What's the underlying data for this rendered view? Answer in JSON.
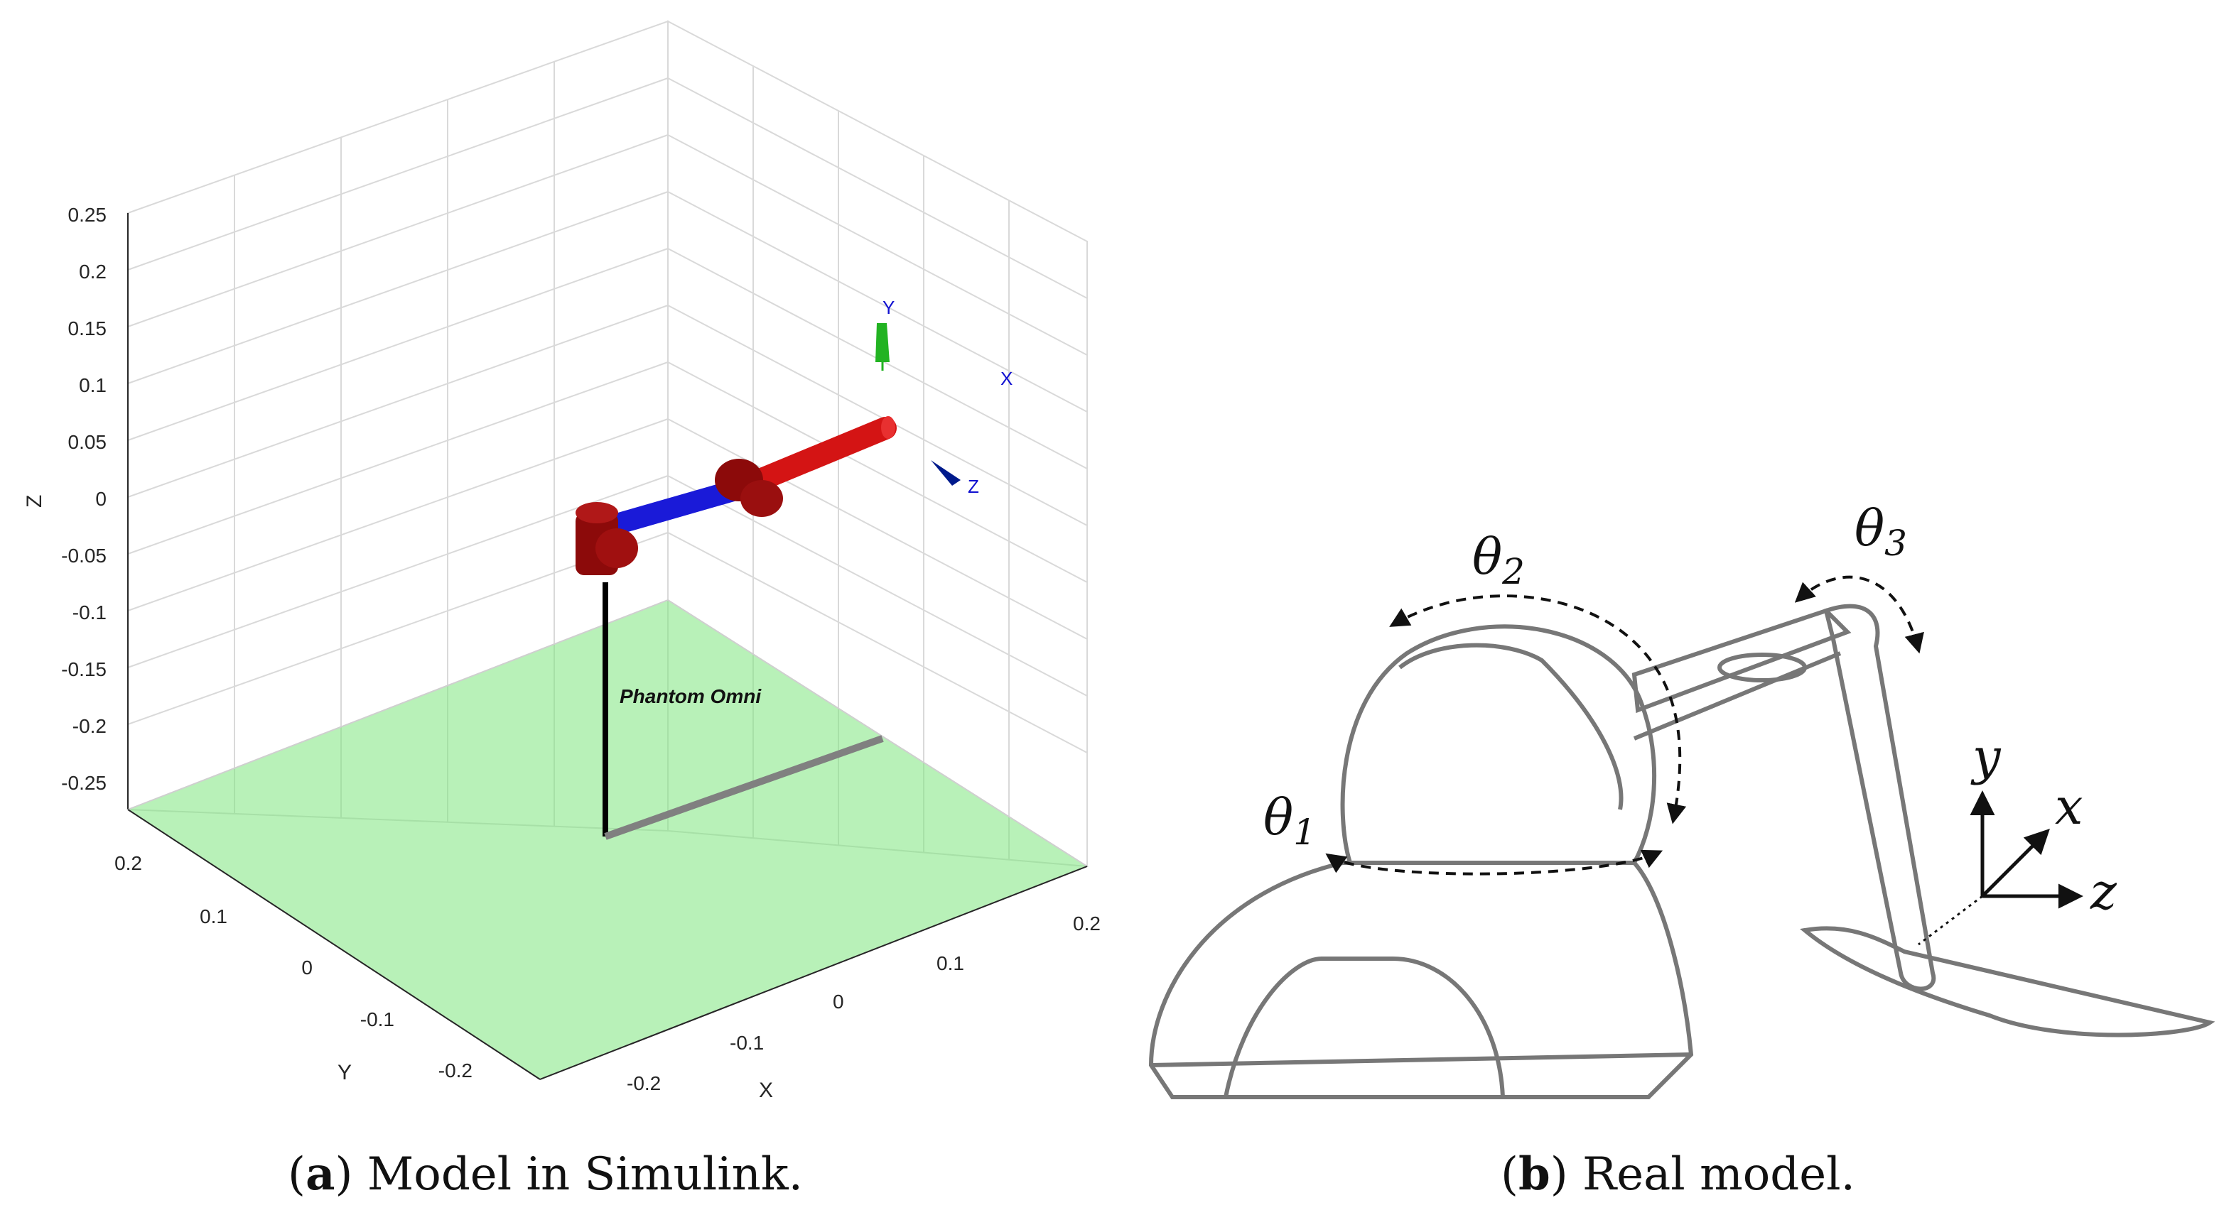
{
  "panel_a": {
    "z_ticks": [
      "0.25",
      "0.2",
      "0.15",
      "0.1",
      "0.05",
      "0",
      "-0.05",
      "-0.1",
      "-0.15",
      "-0.2",
      "-0.25"
    ],
    "y_ticks": [
      "0.2",
      "0.1",
      "0",
      "-0.1",
      "-0.2"
    ],
    "x_ticks": [
      "0.2",
      "0.1",
      "0",
      "-0.1",
      "-0.2"
    ],
    "z_label": "Z",
    "y_label": "Y",
    "x_label": "X",
    "frame_y": "Y",
    "frame_x": "X",
    "frame_z": "Z",
    "device_label": "Phantom Omni",
    "caption_letter": "a",
    "caption_text": " Model in Simulink.",
    "colors": {
      "floor_green": "#7ee57e",
      "floor_grey": "#e6e6e6",
      "link_red": "#d41414",
      "link_blue": "#1a1ad8"
    }
  },
  "panel_b": {
    "theta1": "θ",
    "theta1_sub": "1",
    "theta2": "θ",
    "theta2_sub": "2",
    "theta3": "θ",
    "theta3_sub": "3",
    "axis_y": "y",
    "axis_x": "x",
    "axis_z": "z",
    "caption_letter": "b",
    "caption_text": " Real model."
  }
}
